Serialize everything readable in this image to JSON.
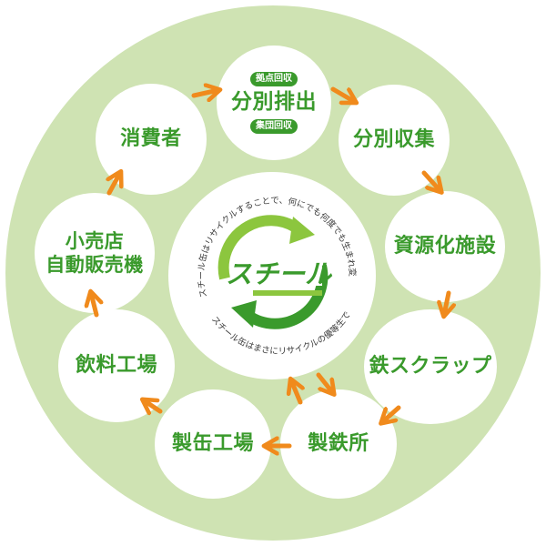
{
  "center": {
    "logo_text": "スチール",
    "outer_tagline": "スチール缶はリサイクルすることで、何にでも何度でも生まれ変わります。",
    "inner_tagline": "スチール缶はまさにリサイクルの優等生です。"
  },
  "nodes": {
    "bunbetsu_haishutsu": {
      "label": "分別排出",
      "badge_top": "拠点回収",
      "badge_bottom": "集団回収"
    },
    "bunbetsu_shushu": "分別収集",
    "shigenka_shisetsu": "資源化施設",
    "tetsu_scrap": "鉄スクラップ",
    "seitetsusho": "製鉄所",
    "seikan_kojo": "製缶工場",
    "inryo_kojo": "飲料工場",
    "kouriten": {
      "line1": "小売店",
      "line2": "自動販売機"
    },
    "shohisha": "消費者"
  },
  "colors": {
    "ring": "#cfe3b3",
    "text_green": "#3a9a2c",
    "arrow_orange": "#f08a1c",
    "logo_light_green": "#8cc63e",
    "logo_dark_green": "#3a9a2c"
  }
}
